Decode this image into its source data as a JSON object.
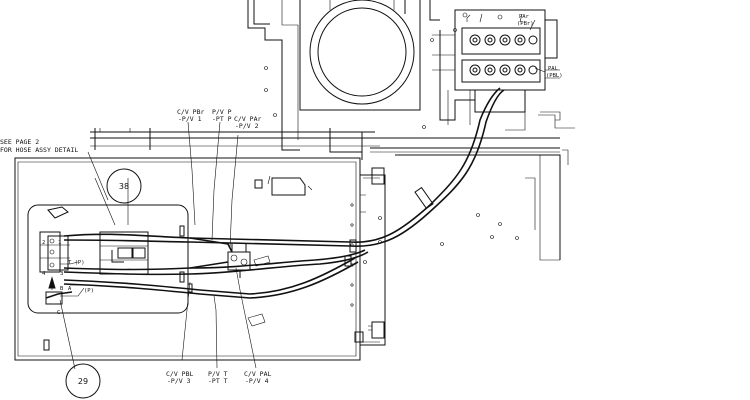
{
  "notes": {
    "see_page_line1": "SEE PAGE 2",
    "see_page_line2": "FOR HOSE ASSY DETAIL"
  },
  "callouts": {
    "c38": "38",
    "c29": "29"
  },
  "labels": {
    "cv_pbr_top_1": "C/V PBr",
    "cv_pbr_top_2": "-P/V 1",
    "pv_p_1": "P/V P",
    "pv_p_2": "-PT P",
    "cv_par_1": "C/V PAr",
    "cv_par_2": "-P/V 2",
    "cv_pbl_1": "C/V PBL",
    "cv_pbl_2": "-P/V 3",
    "pv_t_1": "P/V T",
    "pv_t_2": "-PT T",
    "cv_pal_1": "C/V PAL",
    "cv_pal_2": "-P/V 4",
    "par_1": "PAr",
    "par_2": "(PBr)",
    "pal_1": "PAL",
    "pal_2": "(PBL)"
  },
  "valve_labels": {
    "n2": "2",
    "n1": "1",
    "n4": "4",
    "n3": "3",
    "t_p": "T (P)",
    "b": "B",
    "a": "A",
    "p": "(P)",
    "c": "C"
  }
}
